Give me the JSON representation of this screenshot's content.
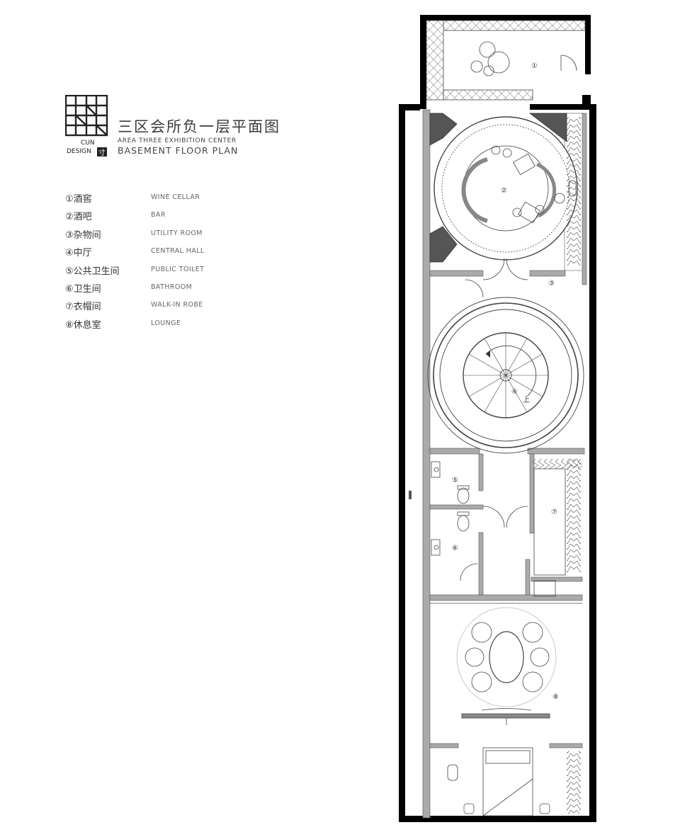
{
  "header": {
    "logo_text_line1": "CUN",
    "logo_text_line2": "DESIGN",
    "logo_badge": "寸",
    "title_cn": "三区会所负一层平面图",
    "title_en_1": "AREA THREE EXHIBITION CENTER",
    "title_en_2": "BASEMENT FLOOR PLAN"
  },
  "legend": [
    {
      "cn": "①酒窖",
      "en": "WINE CELLAR"
    },
    {
      "cn": "②酒吧",
      "en": "BAR"
    },
    {
      "cn": "③杂物间",
      "en": "UTILITY ROOM"
    },
    {
      "cn": "④中厅",
      "en": "CENTRAL HALL"
    },
    {
      "cn": "⑤公共卫生间",
      "en": "PUBLIC TOILET"
    },
    {
      "cn": "⑥卫生间",
      "en": "BATHROOM"
    },
    {
      "cn": "⑦衣帽间",
      "en": "WALK-IN ROBE"
    },
    {
      "cn": "⑧休息室",
      "en": "LOUNGE"
    }
  ],
  "plan": {
    "room_markers": [
      "①",
      "②",
      "③",
      "④",
      "⑤",
      "⑥",
      "⑦",
      "⑧"
    ],
    "stair_label": "上",
    "wall_color": "#000000",
    "hatch_color": "#777777",
    "line_color": "#444444"
  }
}
